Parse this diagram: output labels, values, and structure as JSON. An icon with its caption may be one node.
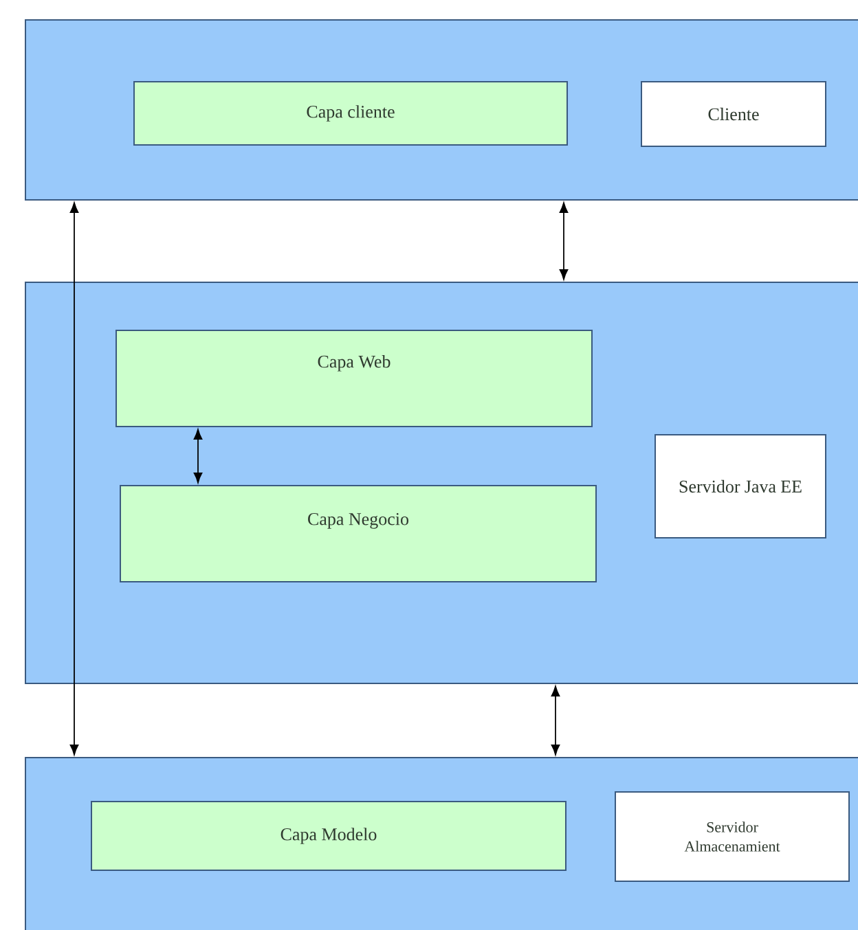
{
  "diagram": {
    "nodes": [
      {
        "text": [],
        "shape": "box"
      },
      {
        "text": [
          "Capa cliente"
        ],
        "in": 0
      },
      {
        "text": [
          "Cliente"
        ],
        "in": 0
      },
      {
        "text": [],
        "shape": "box"
      },
      {
        "text": [
          "Capa Web"
        ],
        "in": 3
      },
      {
        "text": [
          "Capa Negocio"
        ],
        "in": 3
      },
      {
        "text": [
          "Servidor Java EE"
        ],
        "in": 3
      },
      {
        "text": [],
        "shape": "box"
      },
      {
        "text": [
          "Capa Modelo"
        ],
        "in": 7
      },
      {
        "text": [
          "Servidor Almacenamient"
        ],
        "in": 7
      }
    ],
    "edges": [
      {
        "from": 0,
        "to": 7,
        "arrow": "both"
      },
      {
        "from": 0,
        "to": 3,
        "arrow": "both"
      },
      {
        "from": 4,
        "to": 5,
        "arrow": "both"
      },
      {
        "from": 3,
        "to": 7,
        "arrow": "both"
      }
    ]
  }
}
